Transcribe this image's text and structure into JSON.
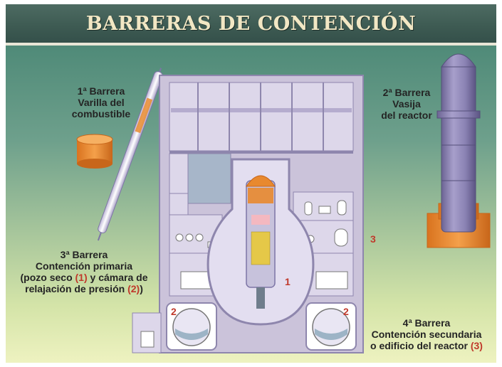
{
  "header": {
    "title": "BARRERAS DE CONTENCIÓN"
  },
  "barriers": {
    "b1": {
      "line1": "1ª Barrera",
      "line2": "Varilla del",
      "line3": "combustible"
    },
    "b2": {
      "line1": "2ª Barrera",
      "line2": "Vasija",
      "line3": "del reactor"
    },
    "b3": {
      "line1": "3ª Barrera",
      "line2": "Contención primaria",
      "line3a": "(pozo seco ",
      "n1": "(1)",
      "line3b": " y cámara de",
      "line4a": "relajación de presión ",
      "n2": "(2)",
      "line4b": ")"
    },
    "b4": {
      "line1": "4ª Barrera",
      "line2": "Contención secundaria",
      "line3a": "o edificio del reactor ",
      "n3": "(3)"
    }
  },
  "markers": {
    "drywell": "1",
    "suppression_left": "2",
    "suppression_right": "2",
    "building": "3"
  },
  "colors": {
    "header": "#3d5a52",
    "title": "#f2e7c4",
    "building": "#c9c0d8",
    "vessel": "#8f86b6",
    "orange": "#e8892f",
    "accent": "#c0392b"
  }
}
